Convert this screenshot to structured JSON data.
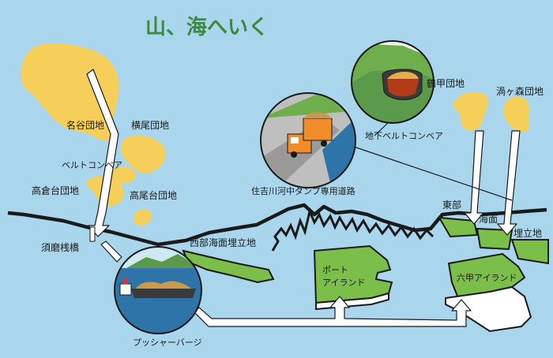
{
  "title": "山、海へいく",
  "colors": {
    "sea": "#a9d6ec",
    "mountain": "#f6cf5a",
    "land_green": "#7cbe4a",
    "title_green": "#3d8a3d",
    "arrow_fill": "#ffffff",
    "outline": "#1a1a1a"
  },
  "mountain_sites": {
    "nadani": "名谷団地",
    "yokoo": "横尾団地",
    "takakuradai": "高倉台団地",
    "takaodai": "高尾台団地",
    "tsurukabuto": "鶴甲団地",
    "uzugamori": "渦ヶ森団地"
  },
  "transport": {
    "belt_conveyor": "ベルトコンベア",
    "underground_conveyor": "地下ベルトコンベア",
    "dump_road": "住吉川河中ダンプ専用道路",
    "suma_pier": "須磨桟橋",
    "pusher_barge": "プッシャーバージ"
  },
  "reclaimed_land": {
    "seibu": "西部海面埋立地",
    "port_island_line1": "ポート",
    "port_island_line2": "アイランド",
    "rokko_island": "六甲アイランド",
    "tobu_1": "東部",
    "tobu_2": "海面",
    "tobu_3": "埋立地"
  },
  "icons": [
    "truck-icon",
    "barge-icon",
    "conveyor-icon"
  ]
}
